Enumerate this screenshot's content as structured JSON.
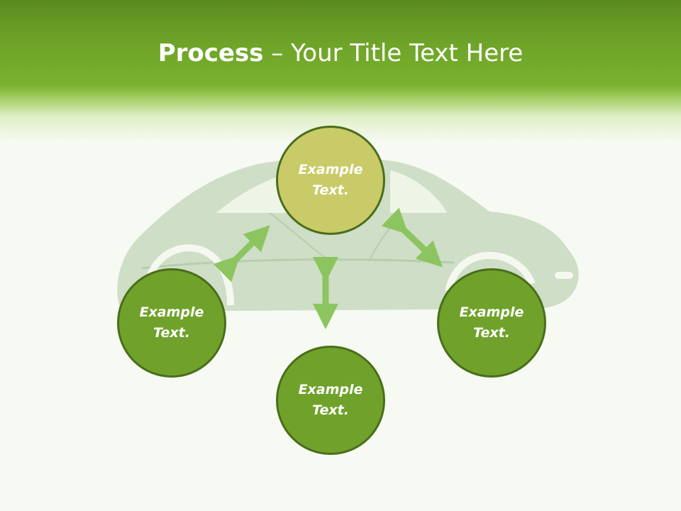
{
  "slide": {
    "title_bold": "Process",
    "title_rest": " – Your Title Text Here"
  },
  "nodes": {
    "top": {
      "line1": "Example",
      "line2": "Text."
    },
    "left": {
      "line1": "Example",
      "line2": "Text."
    },
    "bottom": {
      "line1": "Example",
      "line2": "Text."
    },
    "right": {
      "line1": "Example",
      "line2": "Text."
    }
  },
  "colors": {
    "header_green": "#6ea328",
    "top_node": "#c9cb68",
    "green_node": "#70a22b",
    "node_border": "#4a6e1a",
    "arrow": "#8cc560",
    "car_silhouette": "#c8d8bf"
  },
  "icons": {
    "car": "car-silhouette",
    "arrows": "double-headed-arrow"
  }
}
